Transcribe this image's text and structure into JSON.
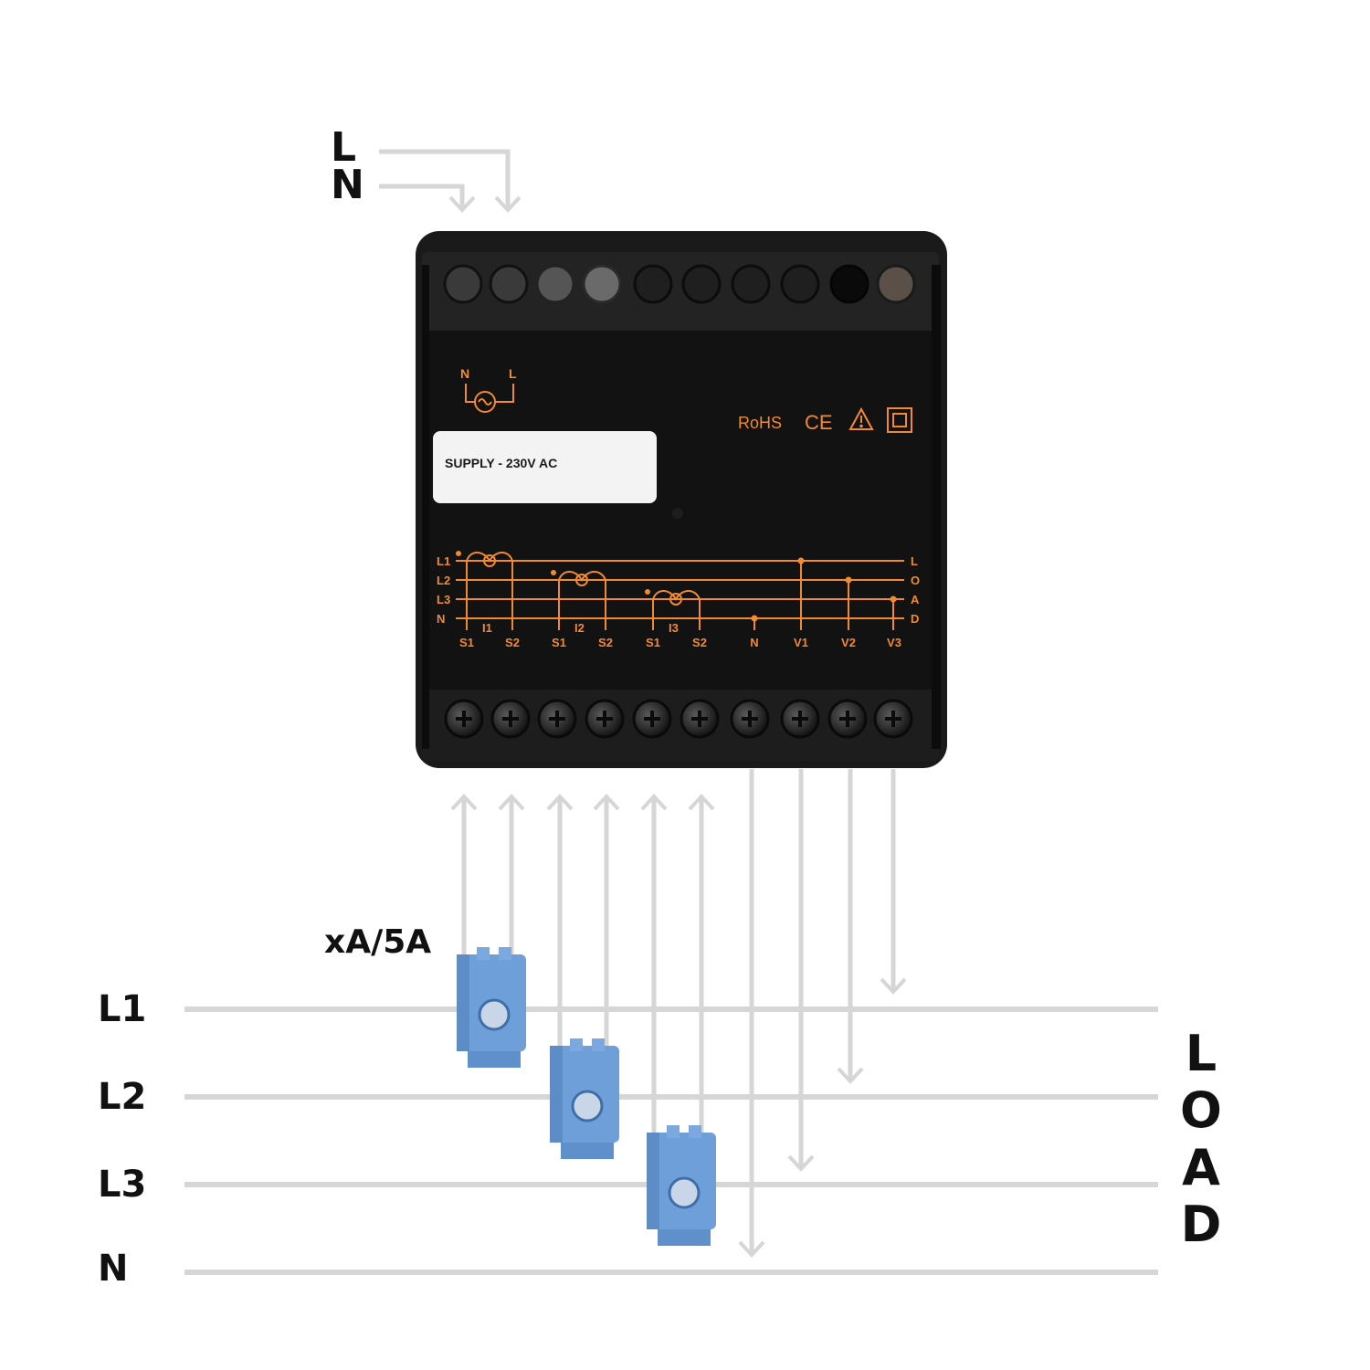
{
  "supply_labels": {
    "line": "L",
    "neutral": "N"
  },
  "ct_rating": "xA/5A",
  "line_labels": [
    "L1",
    "L2",
    "L3",
    "N"
  ],
  "load_letters": [
    "L",
    "O",
    "A",
    "D"
  ],
  "device": {
    "supply_symbol": {
      "neutral": "N",
      "line": "L"
    },
    "sticker": "SUPPLY - 230V AC",
    "certifications": [
      "RoHS",
      "CE"
    ],
    "warning_icon": "warning-triangle-icon",
    "insulation_icon": "double-insulation-icon",
    "schematic": {
      "row_labels": [
        "L1",
        "L2",
        "L3",
        "N"
      ],
      "right_letters": [
        "L",
        "O",
        "A",
        "D"
      ],
      "ct_labels": [
        "I1",
        "I2",
        "I3"
      ],
      "terminal_labels": [
        "S1",
        "S2",
        "S1",
        "S2",
        "S1",
        "S2",
        "N",
        "V1",
        "V2",
        "V3"
      ]
    }
  },
  "colors": {
    "wire": "#d6d6d6",
    "device_body": "#151515",
    "panel_print": "#f28a30",
    "ct_body": "#6f9fd8"
  }
}
